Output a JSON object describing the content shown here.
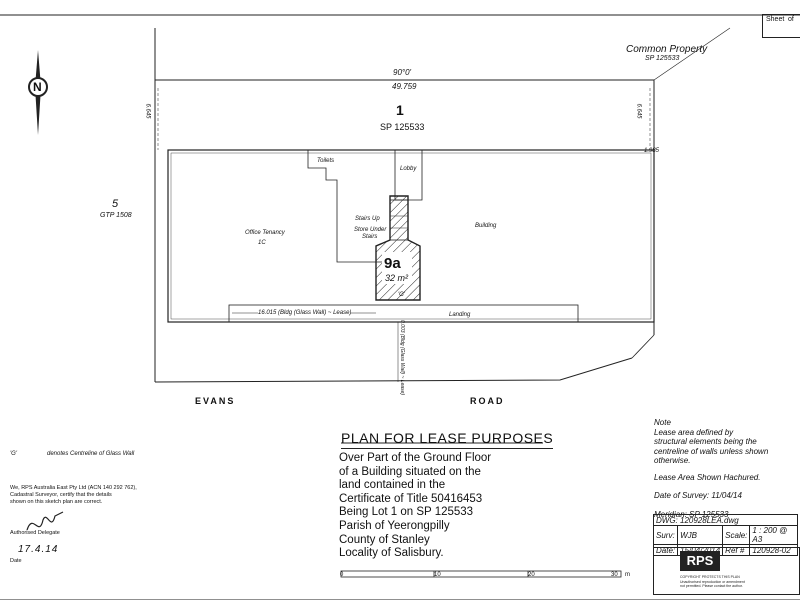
{
  "sheet": {
    "sheet_label": "Sheet",
    "of_label": "of"
  },
  "north": {
    "letter": "N"
  },
  "parcels": {
    "common_property": "Common Property",
    "common_property_sp": "SP  125533",
    "lot1_number": "1",
    "lot1_plan": "SP  125533",
    "lot5_number": "5",
    "lot5_plan": "GTP  1508"
  },
  "dimensions": {
    "bearing": "90°0'",
    "distance": "49.759",
    "left_offset": "6.645",
    "right_offset": "6.645",
    "right_small": "1.985",
    "glass_wall_lease": "16.015 (Bldg (Glass Wall) ~ Lease)",
    "vertical_lease": "0.003 (Bldg (Glass Wall) ~ Lease)",
    "g_mark": "'G'"
  },
  "rooms": {
    "toilets": "Toilets",
    "lobby": "Lobby",
    "stairs_up": "Stairs Up",
    "store_under_stairs_1": "Store Under",
    "store_under_stairs_2": "Stairs",
    "office_tenancy": "Office Tenancy",
    "office_tenancy_id": "1C",
    "building": "Building",
    "landing": "Landing",
    "lease_number": "9a",
    "lease_area": "32  m²"
  },
  "roads": {
    "evans": "EVANS",
    "road": "ROAD"
  },
  "legend": {
    "symbol": "'G'",
    "text": "denotes Centreline of Glass Wall"
  },
  "certification": {
    "line1": "We, RPS Australia East Pty Ltd (ACN 140 292 762),",
    "line2": "Cadastral Surveyor, certify that the details",
    "line3": "shown on this sketch plan are correct.",
    "signatory": "Authorised Delegate",
    "signed_date": "17.4.14",
    "date_label": "Date"
  },
  "title": {
    "heading": "PLAN FOR LEASE PURPOSES",
    "lines": [
      "Over Part of the Ground Floor",
      "of a Building situated on the",
      "land contained in the",
      "Certificate of Title 50416453",
      "Being Lot 1 on SP 125533",
      "Parish of Yeerongpilly",
      "County of Stanley",
      "Locality of Salisbury."
    ]
  },
  "notes": {
    "heading": "Note",
    "line1": "Lease area defined by",
    "line2": "structural elements being the",
    "line3": "centreline of walls unless shown",
    "line4": "otherwise.",
    "hatched": "Lease Area Shown Hachured.",
    "survey_date": "Date of Survey: 11/04/14",
    "meridian": "Meridian: SP 125533"
  },
  "table": {
    "dwg": "DWG: 120928LEA.dwg",
    "surv_label": "Surv:",
    "surv_value": "WJB",
    "scale_label": "Scale:",
    "scale_value": "1 : 200 @ A3",
    "date_label": "Date:",
    "date_value": "15/04/2014",
    "ref_label": "Ref #",
    "ref_value": "120928-02"
  },
  "rps": {
    "logo": "RPS",
    "copyright": "COPYRIGHT PROTECTS THIS PLAN",
    "copyright2": "Unauthorised reproduction or amendment",
    "copyright3": "not permitted. Please contact the author."
  },
  "scale_bar": {
    "t0": "0",
    "t10": "10",
    "t20": "20",
    "t30": "30",
    "unit": "m"
  }
}
